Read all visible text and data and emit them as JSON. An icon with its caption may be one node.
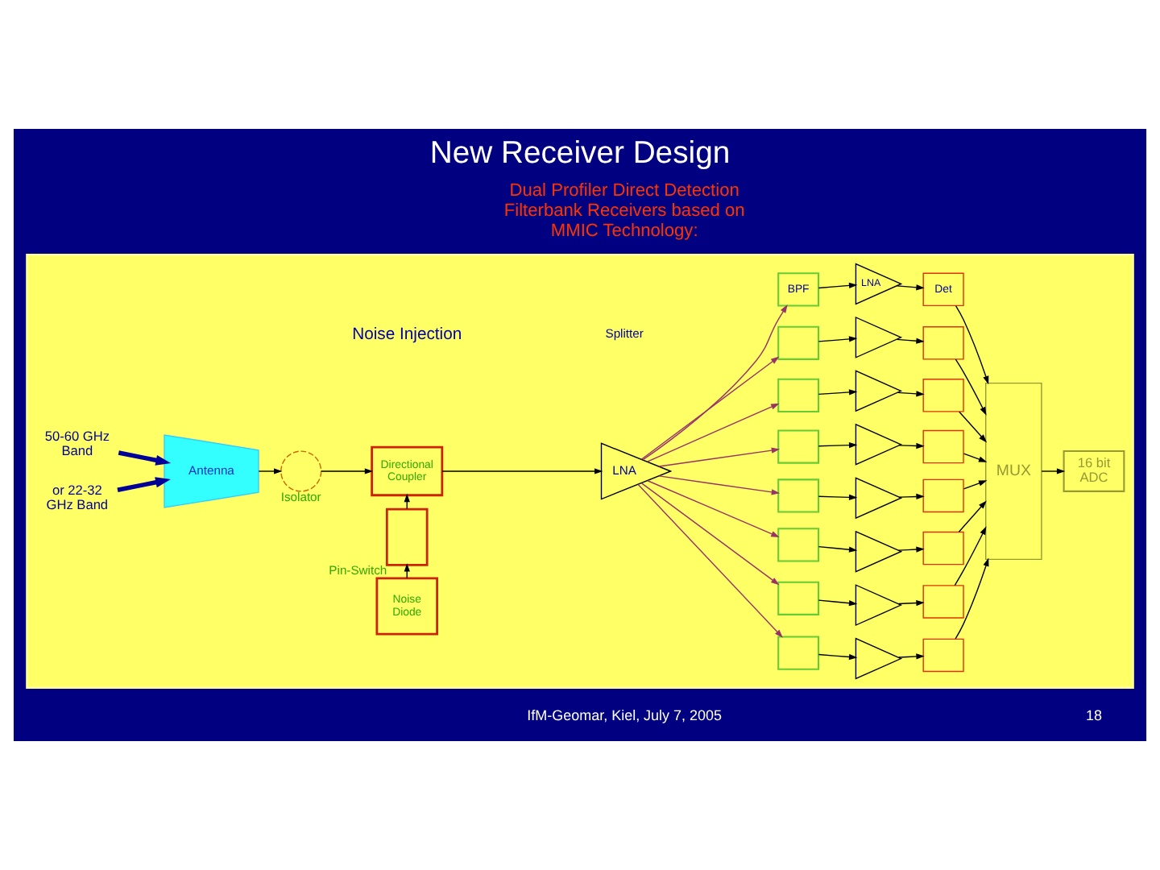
{
  "diagram": {
    "title": "New Receiver Design",
    "nodes": [
      {
        "text": [],
        "shape": "box"
      },
      {
        "text": [
          "50-60 GHz Band"
        ],
        "in": 0
      },
      {
        "text": [
          "or 22-32 GHz Band"
        ],
        "in": 0
      },
      {
        "text": [
          "Antenna"
        ],
        "in": 0
      },
      {
        "text": [],
        "shape": "circle",
        "beside": [
          "Isolator"
        ],
        "in": 0
      },
      {
        "text": [
          "Directional Coupler"
        ],
        "in": 0
      },
      {
        "text": [],
        "shape": "box",
        "beside": [
          "Pin-Switch"
        ],
        "in": 0
      },
      {
        "text": [
          "Noise Diode"
        ],
        "in": 0
      },
      {
        "text": [
          "LNA"
        ],
        "in": 0
      },
      {
        "text": [
          "BPF"
        ],
        "in": 0
      },
      {
        "text": [
          "LNA"
        ],
        "in": 0
      },
      {
        "text": [
          "Det"
        ],
        "in": 0
      },
      {
        "text": [],
        "shape": "box",
        "in": 0
      },
      {
        "text": [],
        "shape": "triangle",
        "in": 0
      },
      {
        "text": [],
        "shape": "box",
        "in": 0
      },
      {
        "text": [],
        "shape": "box",
        "in": 0
      },
      {
        "text": [],
        "shape": "triangle",
        "in": 0
      },
      {
        "text": [],
        "shape": "box",
        "in": 0
      },
      {
        "text": [],
        "shape": "box",
        "in": 0
      },
      {
        "text": [],
        "shape": "triangle",
        "in": 0
      },
      {
        "text": [],
        "shape": "box",
        "in": 0
      },
      {
        "text": [],
        "shape": "box",
        "in": 0
      },
      {
        "text": [],
        "shape": "triangle",
        "in": 0
      },
      {
        "text": [],
        "shape": "box",
        "in": 0
      },
      {
        "text": [],
        "shape": "box",
        "in": 0
      },
      {
        "text": [],
        "shape": "triangle",
        "in": 0
      },
      {
        "text": [],
        "shape": "box",
        "in": 0
      },
      {
        "text": [],
        "shape": "box",
        "in": 0
      },
      {
        "text": [],
        "shape": "triangle",
        "in": 0
      },
      {
        "text": [],
        "shape": "box",
        "in": 0
      },
      {
        "text": [],
        "shape": "box",
        "in": 0
      },
      {
        "text": [],
        "shape": "triangle",
        "in": 0
      },
      {
        "text": [],
        "shape": "box",
        "in": 0
      },
      {
        "text": [
          "MUX"
        ],
        "in": 0
      },
      {
        "text": [
          "16 bit ADC"
        ],
        "in": 0
      }
    ],
    "edges": [
      {
        "from": 1,
        "to": 3,
        "arrow": "to",
        "style": "thick",
        "color": "#000099"
      },
      {
        "from": 2,
        "to": 3,
        "arrow": "to",
        "style": "thick",
        "color": "#000099"
      },
      {
        "from": 3,
        "to": 4,
        "arrow": "to"
      },
      {
        "from": 4,
        "to": 5,
        "arrow": "to"
      },
      {
        "from": 5,
        "to": 8,
        "arrow": "to"
      },
      {
        "from": 7,
        "to": 6,
        "arrow": "to"
      },
      {
        "from": 6,
        "to": 5,
        "arrow": "to"
      },
      {
        "from": 8,
        "to": 30,
        "arrow": "to",
        "color": "#993366"
      },
      {
        "from": 8,
        "to": 27,
        "arrow": "to",
        "color": "#993366"
      },
      {
        "from": 8,
        "to": 24,
        "arrow": "to",
        "color": "#993366"
      },
      {
        "from": 8,
        "to": 21,
        "arrow": "to",
        "color": "#993366"
      },
      {
        "from": 8,
        "to": 18,
        "arrow": "to",
        "color": "#993366"
      },
      {
        "from": 8,
        "to": 15,
        "arrow": "to",
        "color": "#993366"
      },
      {
        "from": 8,
        "to": 12,
        "arrow": "to",
        "color": "#993366"
      },
      {
        "from": 8,
        "to": 9,
        "arrow": "to",
        "color": "#993366"
      },
      {
        "from": 30,
        "to": 31,
        "arrow": "to"
      },
      {
        "from": 31,
        "to": 32,
        "arrow": "to"
      },
      {
        "from": 32,
        "to": 33,
        "arrow": "to"
      },
      {
        "from": 27,
        "to": 28,
        "arrow": "to"
      },
      {
        "from": 28,
        "to": 29,
        "arrow": "to"
      },
      {
        "from": 29,
        "to": 33,
        "arrow": "to"
      },
      {
        "from": 24,
        "to": 25,
        "arrow": "to"
      },
      {
        "from": 25,
        "to": 26,
        "arrow": "to"
      },
      {
        "from": 26,
        "to": 33,
        "arrow": "to"
      },
      {
        "from": 21,
        "to": 22,
        "arrow": "to"
      },
      {
        "from": 22,
        "to": 23,
        "arrow": "to"
      },
      {
        "from": 23,
        "to": 33,
        "arrow": "to"
      },
      {
        "from": 18,
        "to": 19,
        "arrow": "to"
      },
      {
        "from": 19,
        "to": 20,
        "arrow": "to"
      },
      {
        "from": 20,
        "to": 33,
        "arrow": "to"
      },
      {
        "from": 15,
        "to": 16,
        "arrow": "to"
      },
      {
        "from": 16,
        "to": 17,
        "arrow": "to"
      },
      {
        "from": 17,
        "to": 33,
        "arrow": "to"
      },
      {
        "from": 12,
        "to": 13,
        "arrow": "to"
      },
      {
        "from": 13,
        "to": 14,
        "arrow": "to"
      },
      {
        "from": 14,
        "to": 33,
        "arrow": "to"
      },
      {
        "from": 9,
        "to": 10,
        "arrow": "to"
      },
      {
        "from": 10,
        "to": 11,
        "arrow": "to"
      },
      {
        "from": 11,
        "to": 33,
        "arrow": "to"
      },
      {
        "from": 33,
        "to": 34,
        "arrow": "to"
      }
    ],
    "labels": [
      "Dual Profiler Direct Detection Filterbank Receivers based on MMIC Technology:",
      "Noise Injection",
      "Splitter",
      "IfM-Geomar, Kiel, July 7, 2005",
      "18"
    ]
  }
}
